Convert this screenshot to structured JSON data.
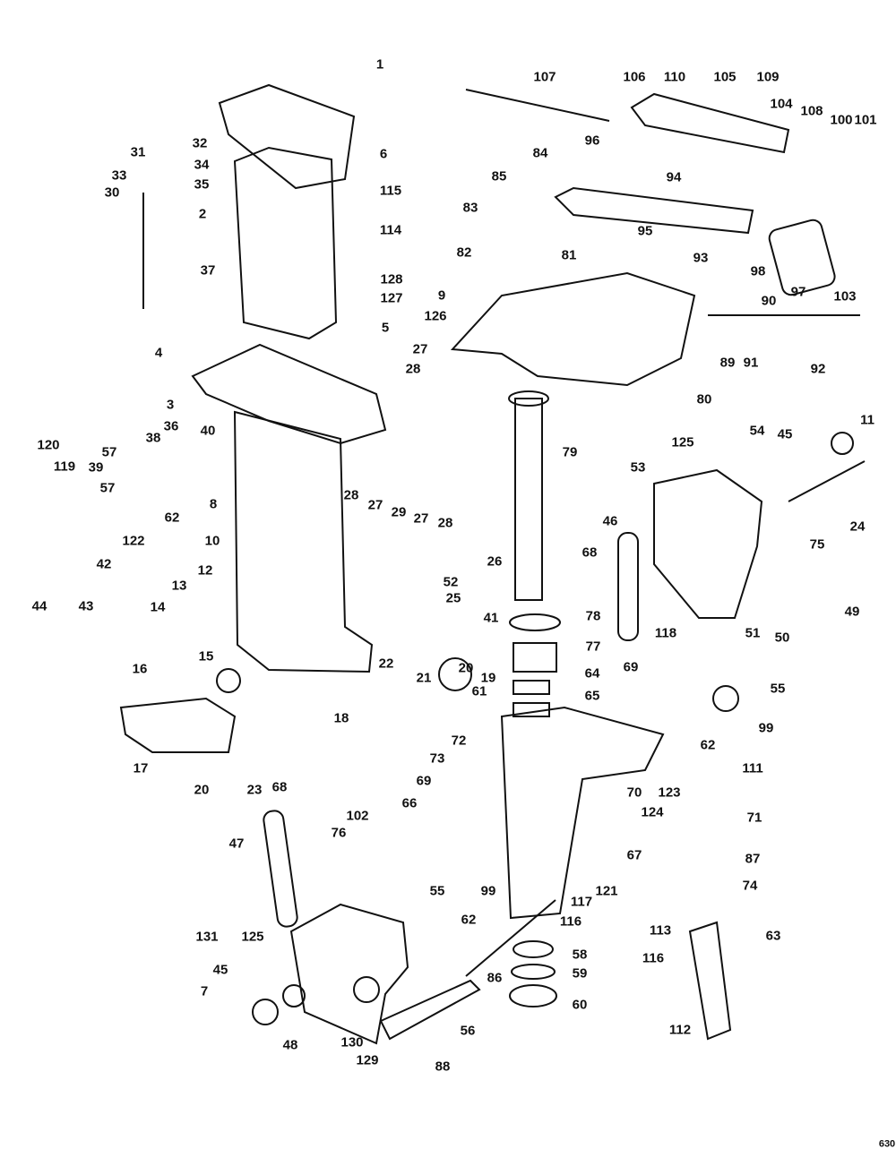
{
  "diagram": {
    "type": "exploded-parts-diagram",
    "page_number": "630",
    "callouts": [
      "1",
      "6",
      "115",
      "114",
      "128",
      "127",
      "5",
      "32",
      "34",
      "35",
      "31",
      "33",
      "30",
      "2",
      "37",
      "4",
      "3",
      "36",
      "40",
      "38",
      "57",
      "120",
      "119",
      "39",
      "57",
      "62",
      "8",
      "10",
      "122",
      "42",
      "44",
      "43",
      "12",
      "13",
      "14",
      "15",
      "16",
      "17",
      "20",
      "23",
      "18",
      "22",
      "21",
      "20",
      "19",
      "28",
      "27",
      "29",
      "27",
      "28",
      "26",
      "52",
      "25",
      "107",
      "106",
      "110",
      "105",
      "109",
      "104",
      "108",
      "100",
      "101",
      "96",
      "84",
      "94",
      "85",
      "83",
      "95",
      "93",
      "81",
      "82",
      "98",
      "97",
      "103",
      "90",
      "9",
      "126",
      "89",
      "91",
      "92",
      "27",
      "28",
      "80",
      "79",
      "11",
      "45",
      "54",
      "125",
      "53",
      "24",
      "75",
      "46",
      "68",
      "49",
      "51",
      "50",
      "78",
      "41",
      "77",
      "64",
      "65",
      "118",
      "69",
      "55",
      "99",
      "61",
      "62",
      "111",
      "72",
      "73",
      "69",
      "70",
      "123",
      "124",
      "71",
      "67",
      "87",
      "74",
      "68",
      "66",
      "102",
      "76",
      "47",
      "99",
      "55",
      "62",
      "117",
      "116",
      "121",
      "113",
      "63",
      "58",
      "59",
      "60",
      "116",
      "112",
      "86",
      "56",
      "88",
      "131",
      "125",
      "45",
      "7",
      "48",
      "130",
      "129"
    ]
  }
}
